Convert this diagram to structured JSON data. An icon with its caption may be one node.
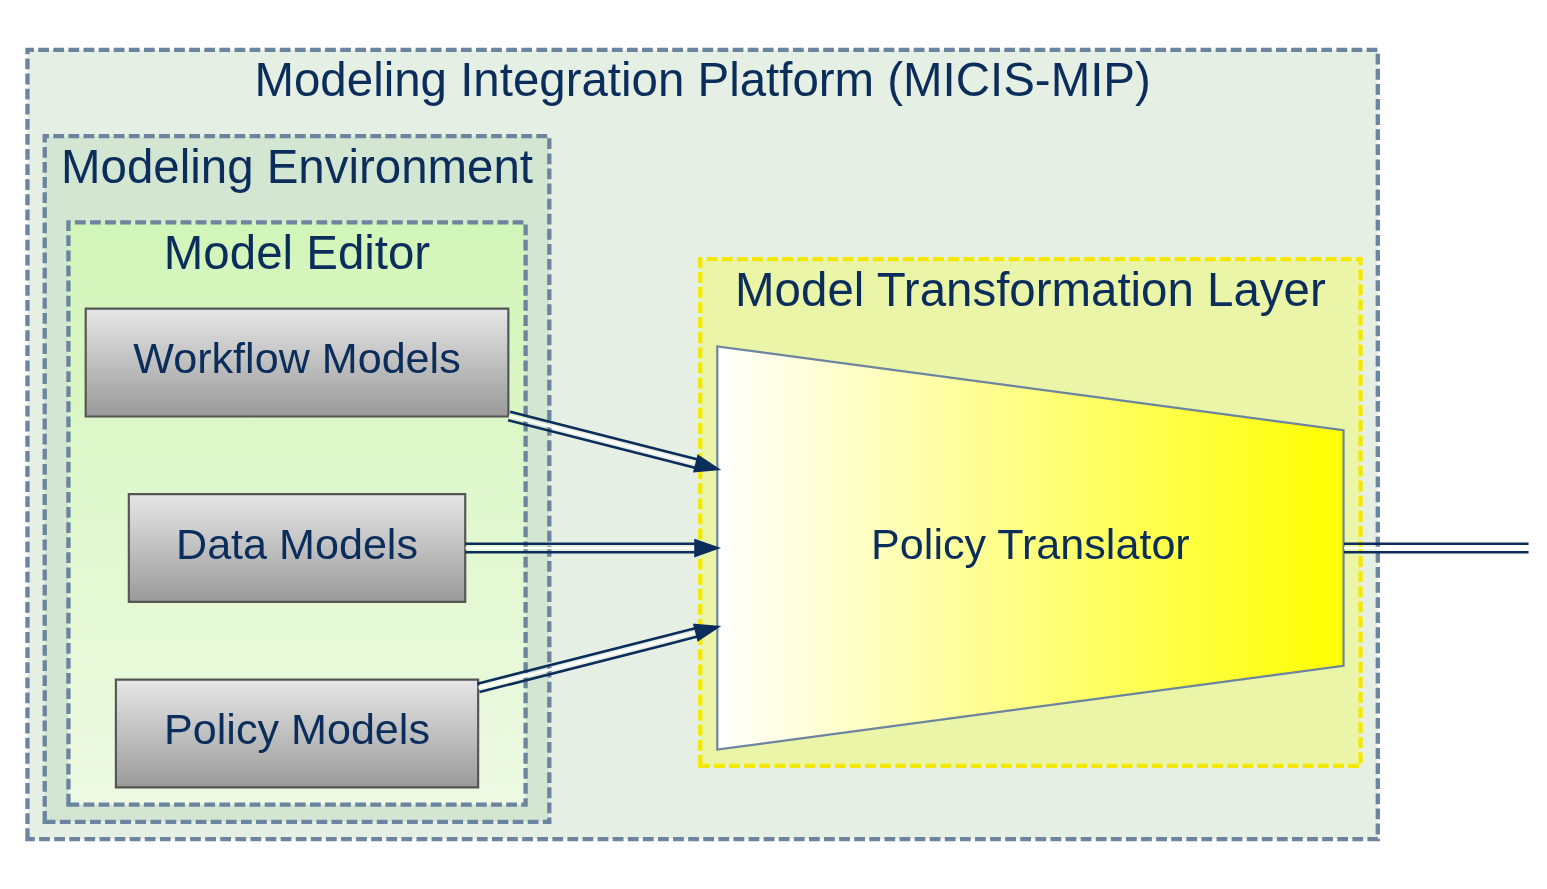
{
  "diagram": {
    "nodes": [
      {
        "text": [
          "Modeling Integration Platform (MICIS-MIP)"
        ]
      },
      {
        "text": [
          "Modeling Environment"
        ],
        "in": 0
      },
      {
        "text": [
          "Model Editor"
        ],
        "in": 1
      },
      {
        "text": [
          "Workflow Models"
        ],
        "in": 2
      },
      {
        "text": [
          "Data Models"
        ],
        "in": 2
      },
      {
        "text": [
          "Policy Models"
        ],
        "in": 2
      },
      {
        "text": [
          "Model Transformation Layer"
        ],
        "in": 0
      },
      {
        "text": [
          "Policy Translator"
        ],
        "in": 6
      }
    ],
    "edges": [
      {
        "from": 3,
        "to": 7,
        "arrow": "to"
      },
      {
        "from": 4,
        "to": 7,
        "arrow": "to"
      },
      {
        "from": 5,
        "to": 7,
        "arrow": "to"
      },
      {
        "from": 7,
        "to": null,
        "arrow": "none"
      }
    ]
  }
}
